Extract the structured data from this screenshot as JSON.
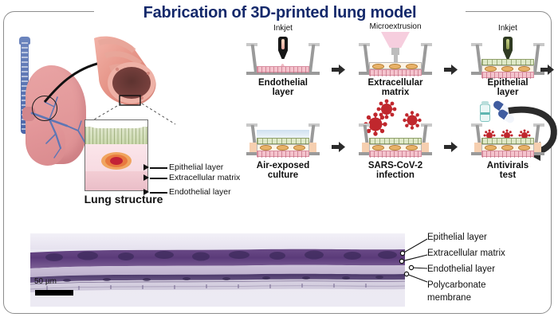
{
  "figure": {
    "title": "Fabrication of 3D-printed lung model",
    "title_color": "#14296b",
    "frame_color": "#8d8d8d"
  },
  "left_panel": {
    "caption": "Lung structure",
    "inset_labels": [
      {
        "text": "Epithelial layer"
      },
      {
        "text": "Extracellular matrix"
      },
      {
        "text": "Endothelial layer"
      }
    ]
  },
  "process": {
    "top_row": [
      {
        "printer": "Inkjet",
        "caption_line1": "Endothelial",
        "caption_line2": "layer"
      },
      {
        "printer": "Microextrusion",
        "caption_line1": "Extracellular",
        "caption_line2": "matrix"
      },
      {
        "printer": "Inkjet",
        "caption_line1": "Epithelial",
        "caption_line2": "layer"
      }
    ],
    "bottom_row": [
      {
        "caption_line1": "Air-exposed",
        "caption_line2": "culture"
      },
      {
        "caption_line1": "SARS-CoV-2",
        "caption_line2": "infection"
      },
      {
        "caption_line1": "Antivirals",
        "caption_line2": "test"
      }
    ]
  },
  "micrograph": {
    "scale_bar": "50 µm",
    "labels": [
      {
        "line1": "Epithelial layer",
        "line2": ""
      },
      {
        "line1": "Extracellular matrix",
        "line2": ""
      },
      {
        "line1": "Endothelial layer",
        "line2": ""
      },
      {
        "line1": "Polycarbonate",
        "line2": "membrane"
      }
    ]
  },
  "colors": {
    "title_navy": "#14296b",
    "epithelial_green": "#cbd9ae",
    "ecm_pink": "#f7dbe2",
    "endothelial_pink": "#f4c3cd",
    "virus_red": "#c0272d",
    "medium_peach": "#f6cfb0",
    "lung_pink": "#dd8f92",
    "vessel_blue": "#5e76b4"
  }
}
